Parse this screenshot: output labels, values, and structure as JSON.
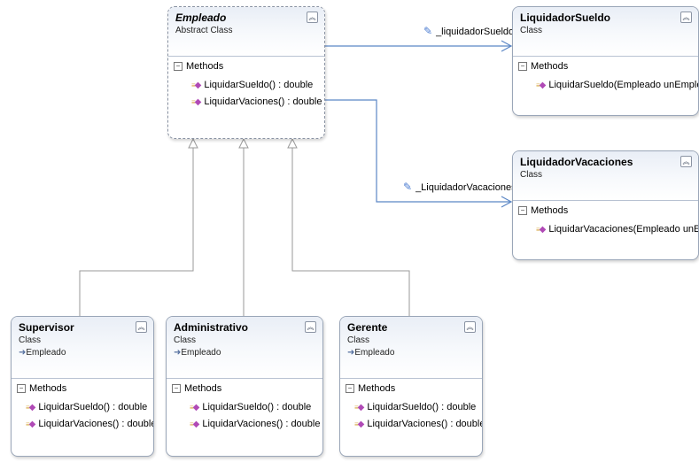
{
  "classes": {
    "empleado": {
      "name": "Empleado",
      "kind": "Abstract Class",
      "section": "Methods",
      "methods": [
        "LiquidarSueldo() : double",
        "LiquidarVaciones() : double"
      ]
    },
    "liquidadorSueldo": {
      "name": "LiquidadorSueldo",
      "kind": "Class",
      "section": "Methods",
      "methods": [
        "LiquidarSueldo(Empleado unEmpleado) :..."
      ]
    },
    "liquidadorVacaciones": {
      "name": "LiquidadorVacaciones",
      "kind": "Class",
      "section": "Methods",
      "methods": [
        "LiquidarVacaciones(Empleado unEmplead..."
      ]
    },
    "supervisor": {
      "name": "Supervisor",
      "kind": "Class",
      "base": "Empleado",
      "section": "Methods",
      "methods": [
        "LiquidarSueldo() : double",
        "LiquidarVaciones() : double"
      ]
    },
    "administrativo": {
      "name": "Administrativo",
      "kind": "Class",
      "base": "Empleado",
      "section": "Methods",
      "methods": [
        "LiquidarSueldo() : double",
        "LiquidarVaciones() : double"
      ]
    },
    "gerente": {
      "name": "Gerente",
      "kind": "Class",
      "base": "Empleado",
      "section": "Methods",
      "methods": [
        "LiquidarSueldo() : double",
        "LiquidarVaciones() : double"
      ]
    }
  },
  "associations": {
    "sueldo": "_liquidadorSueldo",
    "vacaciones": "_LiquidadorVacaciones"
  },
  "colors": {
    "association_line": "#5b86c5",
    "inheritance_line": "#9a9a9a",
    "method_icon": "#b04ab6",
    "property_icon": "#4a7bd0"
  },
  "icons": {
    "collapse": "double-chevron-up-icon",
    "section_toggle": "minus-box-icon",
    "method": "method-icon",
    "property": "property-icon",
    "inheritance": "inherit-arrow-icon"
  }
}
